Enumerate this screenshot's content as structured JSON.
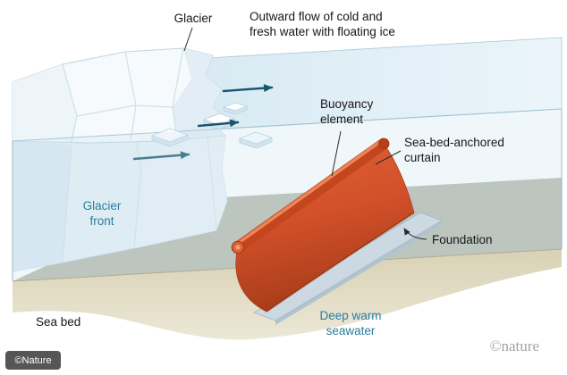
{
  "figure": {
    "type": "scientific-diagram",
    "subject": "Sea-bed-anchored curtain shielding a glacier front from deep warm seawater"
  },
  "labels": {
    "glacier": "Glacier",
    "outward_flow_line1": "Outward flow of cold and",
    "outward_flow_line2": "fresh water with floating ice",
    "buoyancy_line1": "Buoyancy",
    "buoyancy_line2": "element",
    "curtain_line1": "Sea-bed-anchored",
    "curtain_line2": "curtain",
    "foundation": "Foundation",
    "glacier_front_line1": "Glacier",
    "glacier_front_line2": "front",
    "sea_bed": "Sea bed",
    "deep_warm_line1": "Deep warm",
    "deep_warm_line2": "seawater"
  },
  "credits": {
    "journal": "©nature",
    "watermark": "©Nature"
  },
  "colors": {
    "curtain_orange": "#d2502a",
    "buoyancy_highlight": "#ef8a5c",
    "teal_label": "#2b7ea1",
    "flow_arrow": "#17566e",
    "water_surface": "#d9ecf5",
    "sea_bed_tan": "#d8d1b5",
    "underwater_floor": "#b7bcac",
    "foundation_grey": "#ccd9e2",
    "ink": "#161616"
  }
}
